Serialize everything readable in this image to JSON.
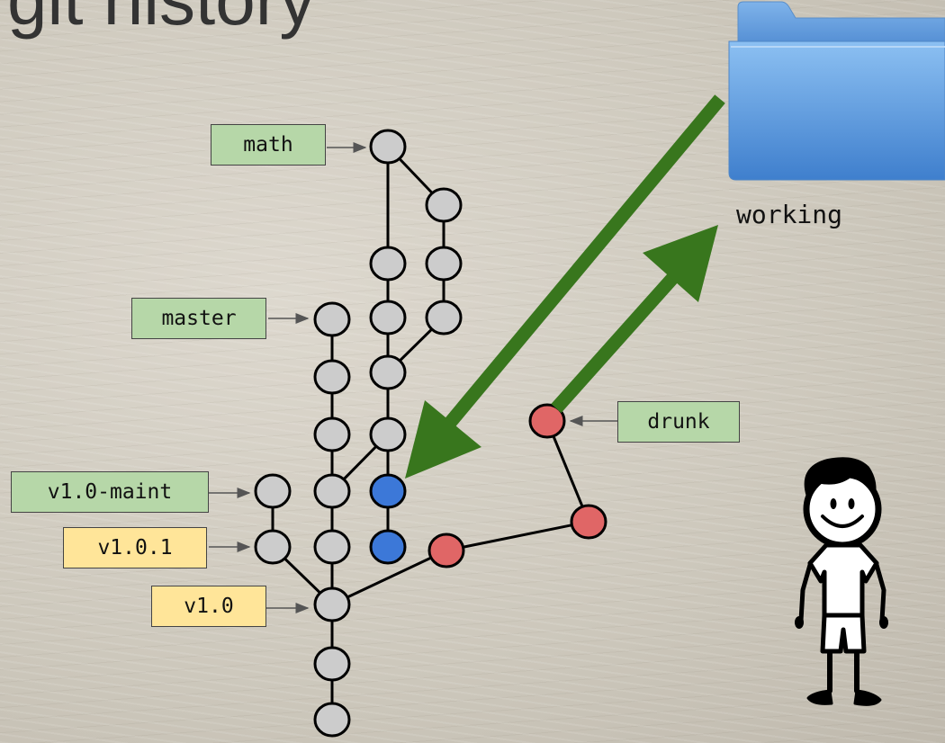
{
  "title": "git history",
  "labels": {
    "math": "math",
    "master": "master",
    "v1_0_maint": "v1.0-maint",
    "v1_0_1": "v1.0.1",
    "v1_0": "v1.0",
    "drunk": "drunk"
  },
  "folder": {
    "label": "working",
    "icon": "folder-icon"
  },
  "person": {
    "icon": "stick-figure-icon"
  },
  "colors": {
    "branch_label": "#b6d7a8",
    "tag_label": "#ffe599",
    "commit_gray": "#cccccc",
    "commit_blue": "#3c78d8",
    "commit_red": "#e06666",
    "arrow_green": "#38761d"
  }
}
